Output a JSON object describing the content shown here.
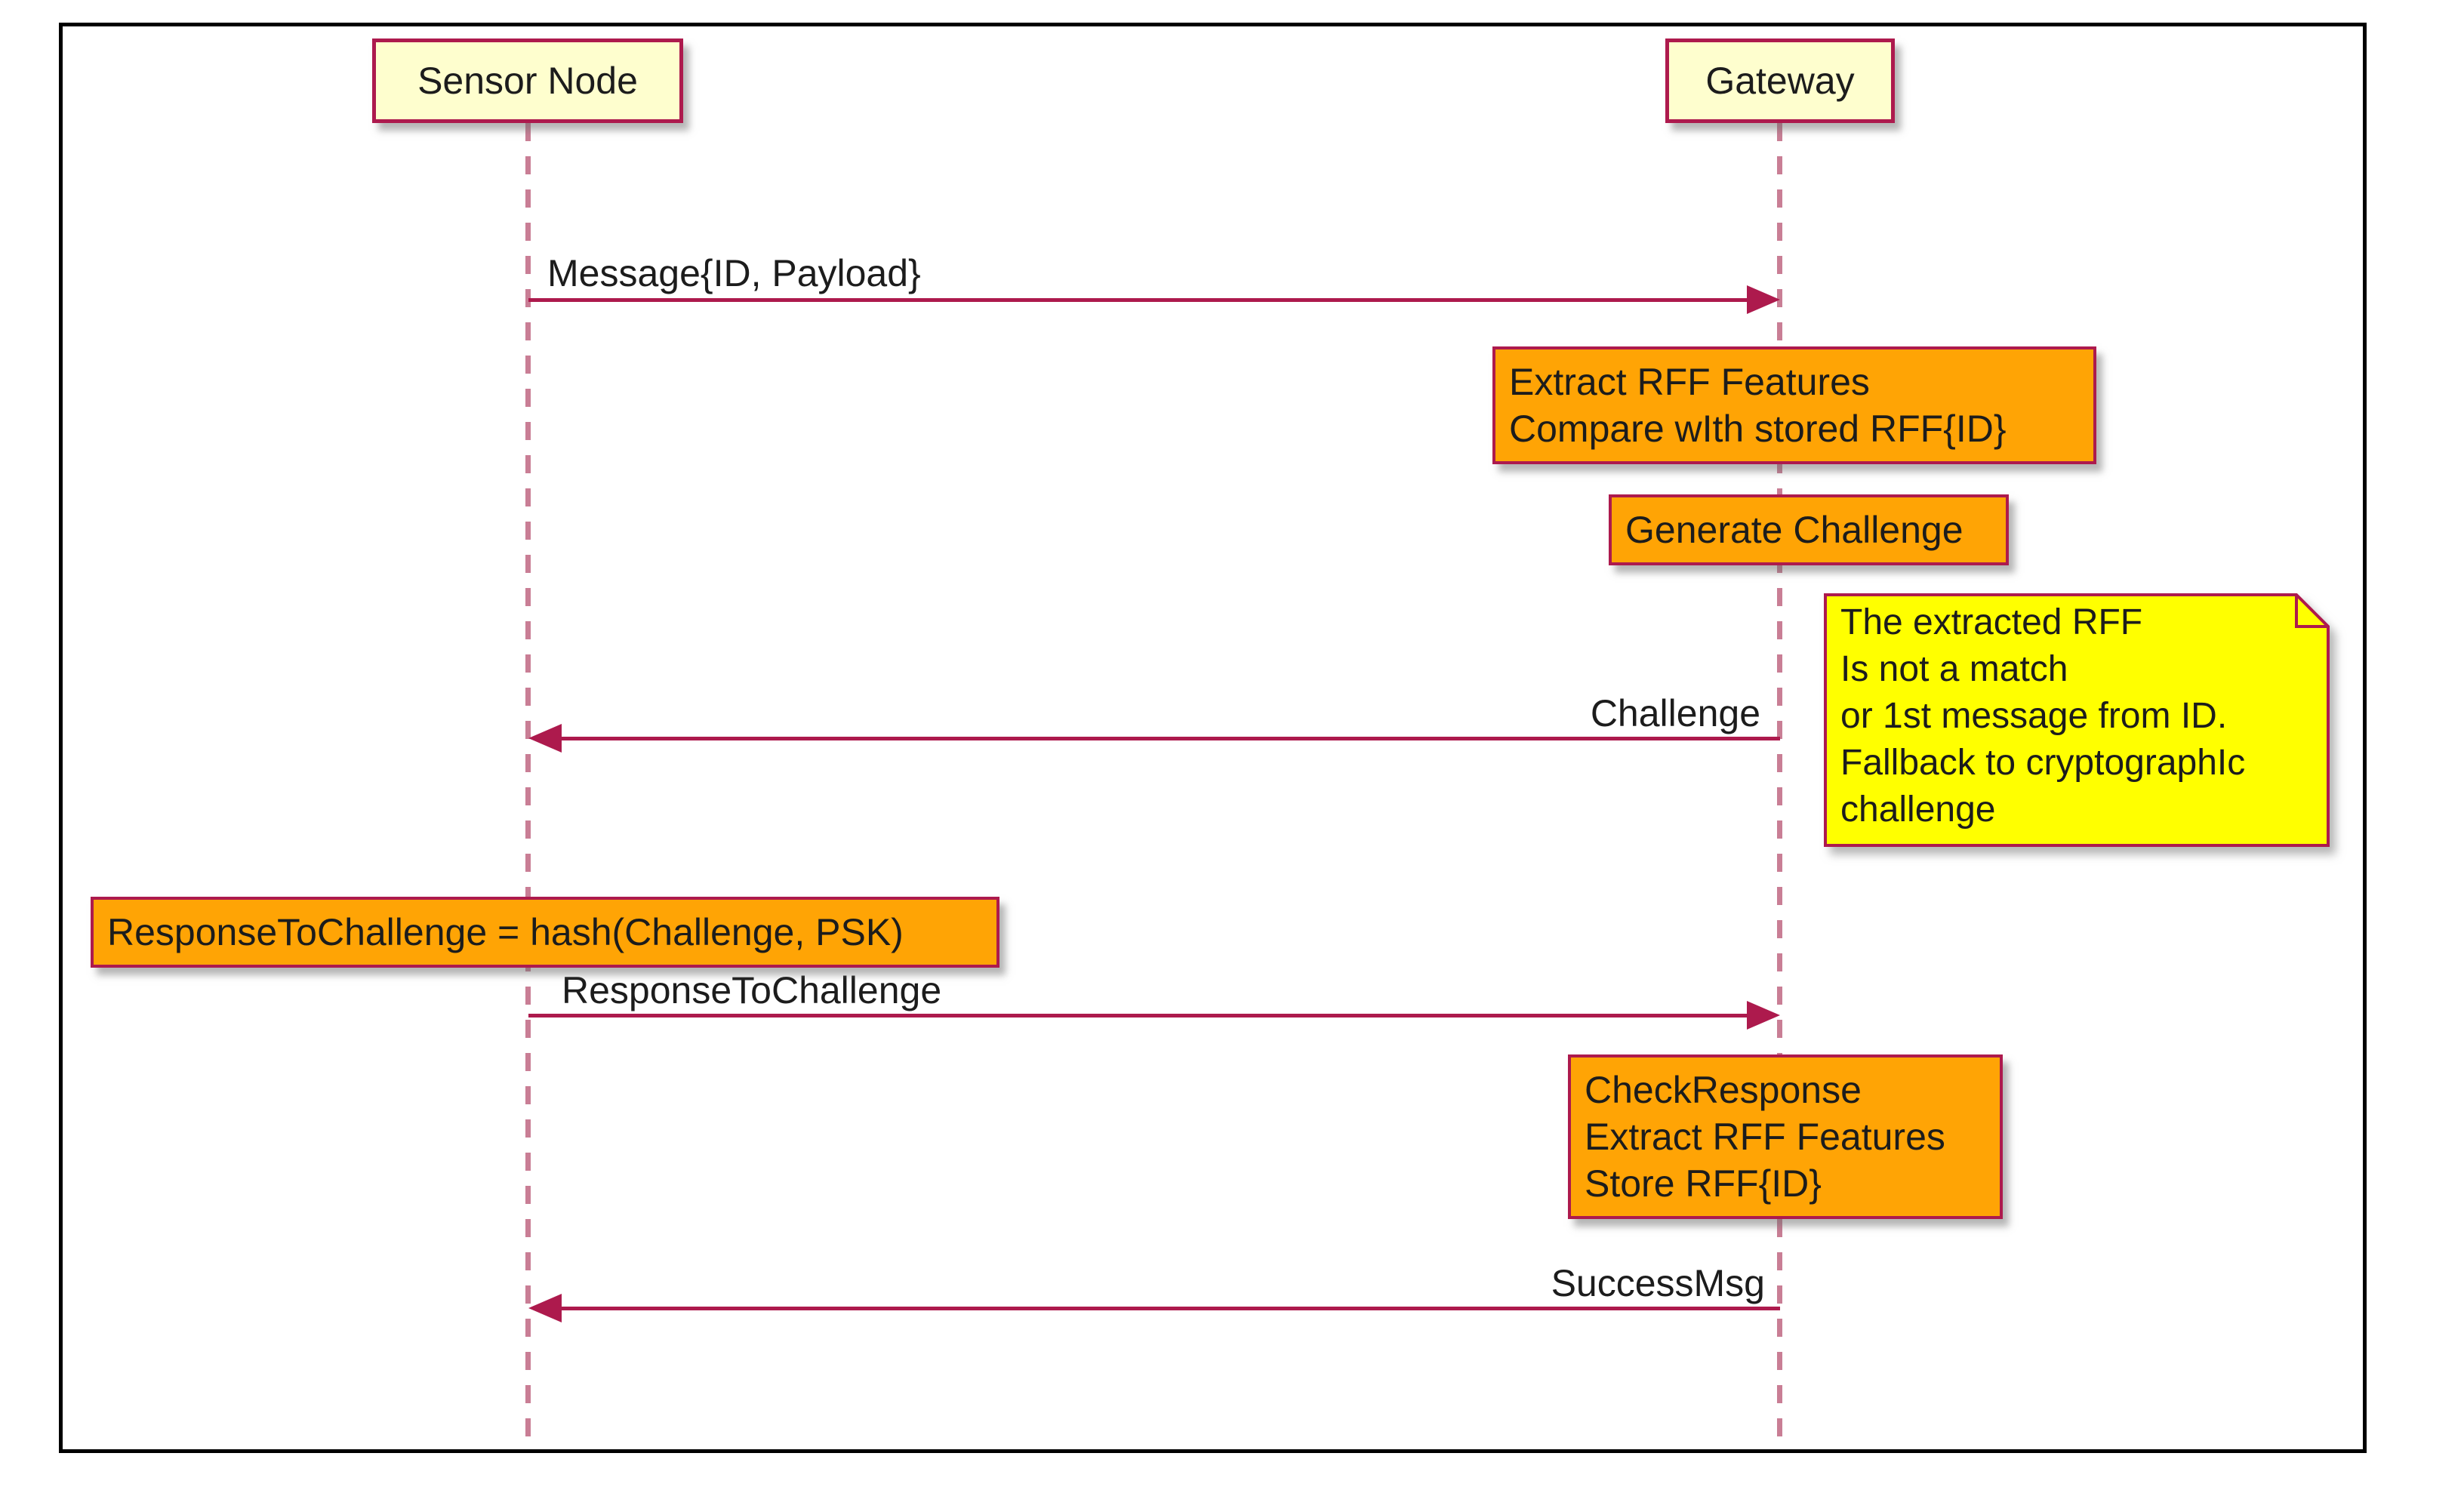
{
  "diagram": {
    "type": "sequence",
    "participants": [
      {
        "id": "sensor-node",
        "label": "Sensor Node"
      },
      {
        "id": "gateway",
        "label": "Gateway"
      }
    ],
    "messages": [
      {
        "label": "Message{ID, Payload}",
        "from": "sensor-node",
        "to": "gateway",
        "direction": "right"
      },
      {
        "label": "Challenge",
        "from": "gateway",
        "to": "sensor-node",
        "direction": "left"
      },
      {
        "label": "ResponseToChallenge",
        "from": "sensor-node",
        "to": "gateway",
        "direction": "right"
      },
      {
        "label": "SuccessMsg",
        "from": "gateway",
        "to": "sensor-node",
        "direction": "left"
      }
    ],
    "actions": [
      {
        "over": "gateway",
        "lines": [
          "Extract RFF Features",
          "Compare wIth stored RFF{ID}"
        ]
      },
      {
        "over": "gateway",
        "lines": [
          "Generate Challenge"
        ]
      },
      {
        "over": "sensor-node",
        "lines": [
          "ResponseToChallenge = hash(Challenge, PSK)"
        ]
      },
      {
        "over": "gateway",
        "lines": [
          "CheckResponse",
          "Extract RFF Features",
          "Store RFF{ID}"
        ]
      }
    ],
    "note": {
      "attached_to": "gateway",
      "lines": [
        "The extracted RFF",
        "Is not a match",
        "or 1st message from ID.",
        "Fallback to cryptographIc",
        "challenge"
      ]
    },
    "colors": {
      "frame_border": "#000000",
      "participant_fill": "#FEFECE",
      "accent_crimson": "#AD1A4D",
      "action_fill": "#FFA405",
      "note_fill": "#FFFF00",
      "lifeline": "#C97E95",
      "text": "#1C1C1C"
    }
  }
}
